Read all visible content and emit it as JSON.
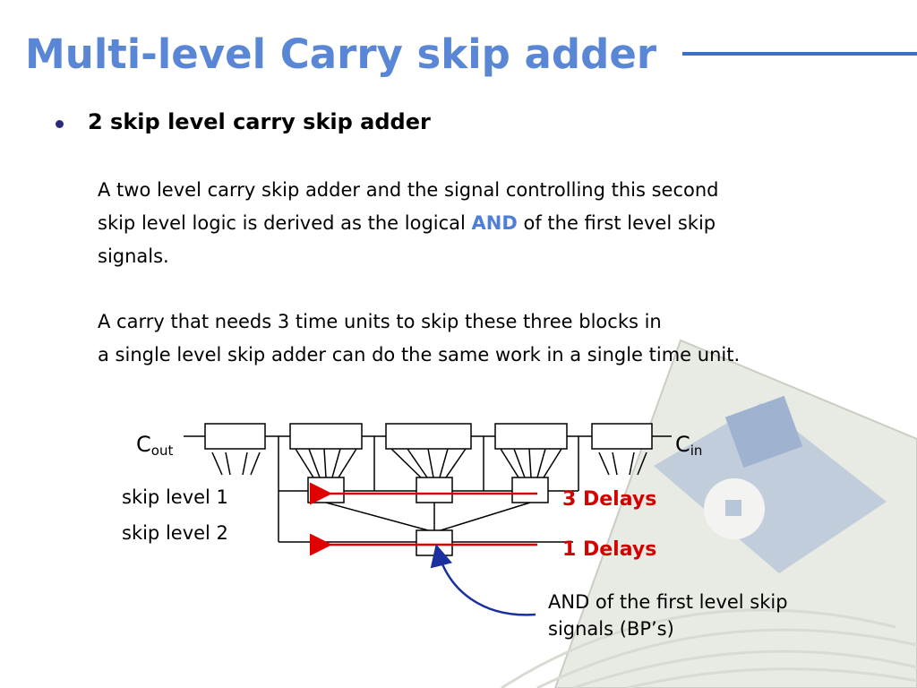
{
  "slide": {
    "title": "Multi-level Carry skip adder",
    "bullet": "2 skip level carry skip adder",
    "para1": {
      "line1": "A two level carry skip adder and the signal controlling this second",
      "line2_pre": "skip level logic is derived as the logical ",
      "line2_em": "AND",
      "line2_post": " of the first level skip",
      "line3": "signals."
    },
    "para2": {
      "line1": "A carry that needs 3 time units to skip these three blocks in",
      "line2": "a single level skip adder can do the same work in a single time unit."
    }
  },
  "diagram": {
    "cout": {
      "main": "C",
      "sub": "out"
    },
    "cin": {
      "main": "C",
      "sub": "in"
    },
    "skip_level_1": "skip level 1",
    "skip_level_2": "skip level 2",
    "delay_3": "3 Delays",
    "delay_1": "1 Delays",
    "annotation_line1": "AND of the first level skip",
    "annotation_line2": "signals (BP’s)"
  },
  "colors": {
    "title": "#5a86d6",
    "accent_and": "#4d7fd6",
    "delay_text": "#d40000",
    "red_arrow": "#e00000",
    "blue_arrow": "#1a2fa0"
  }
}
